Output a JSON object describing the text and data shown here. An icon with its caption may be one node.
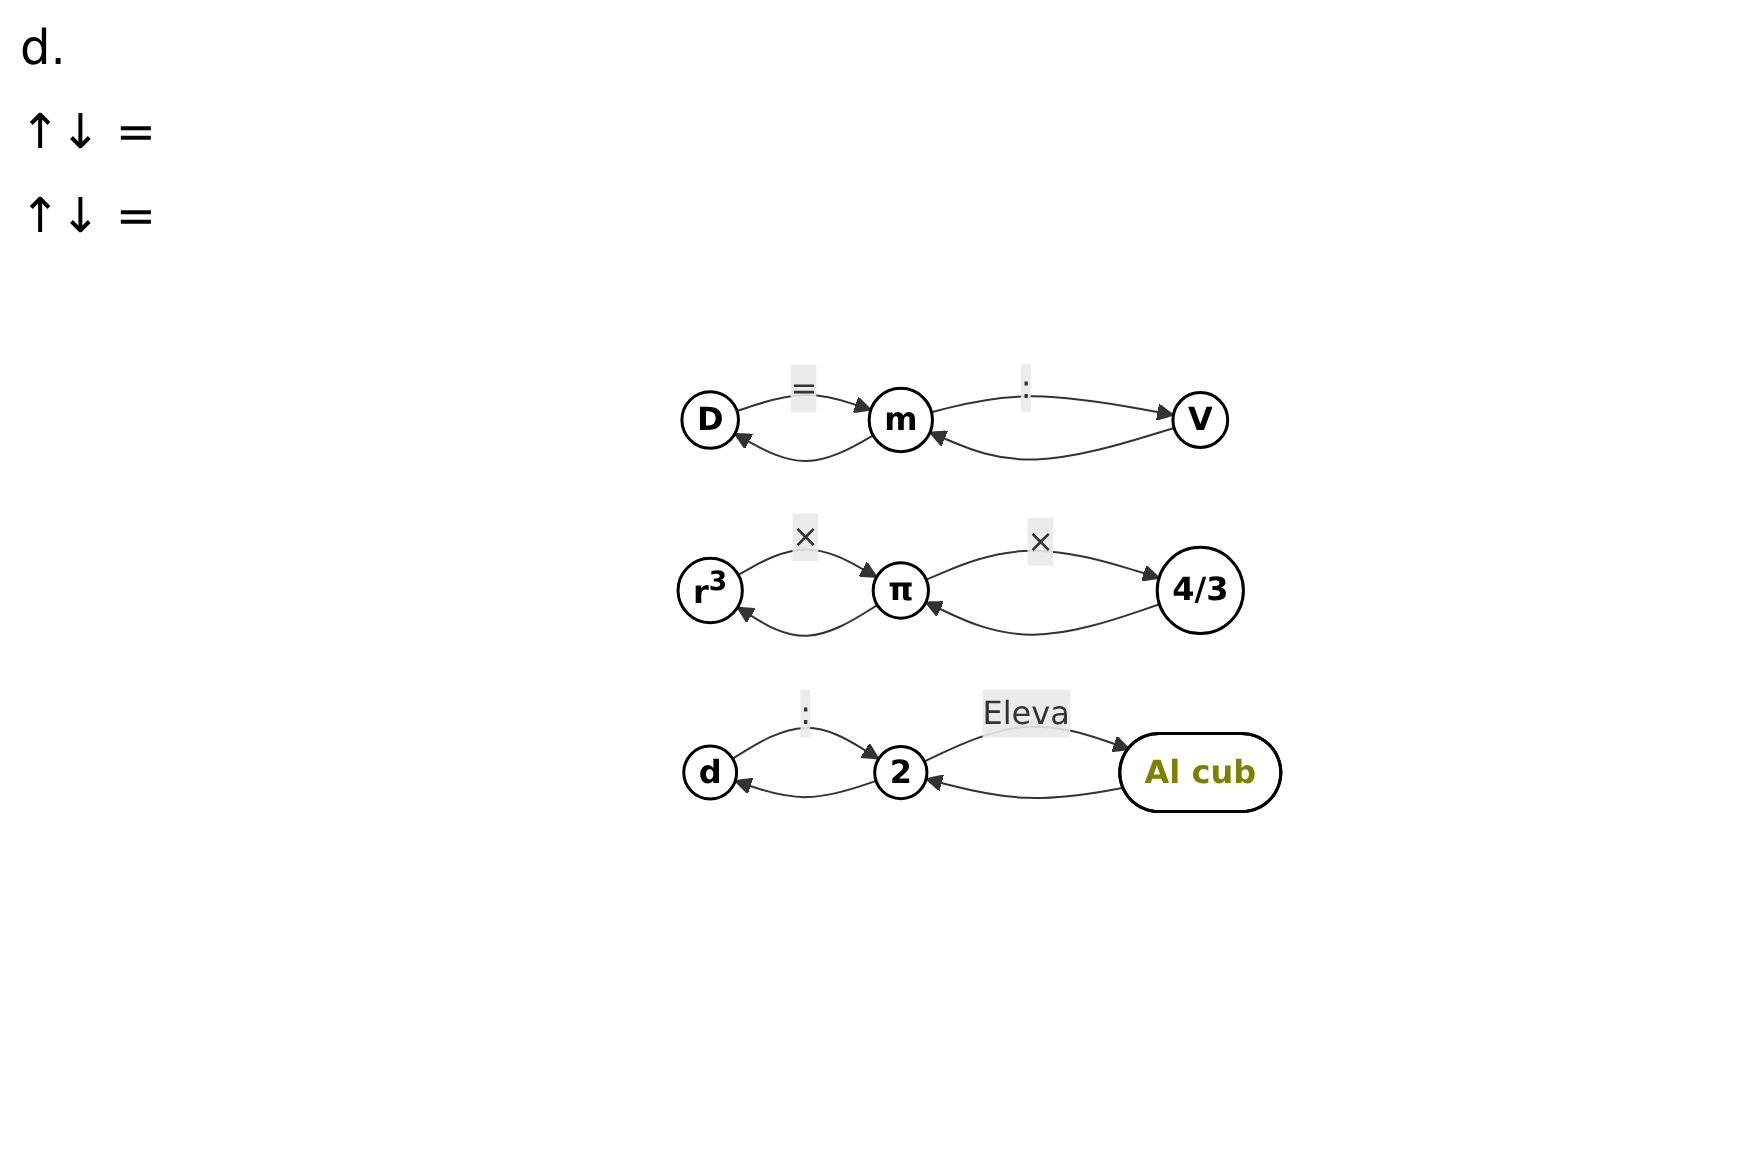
{
  "diagram": {
    "nodes": [
      {
        "text": [
          "D"
        ]
      },
      {
        "text": [
          "m"
        ]
      },
      {
        "text": [
          "V"
        ]
      },
      {
        "text": [
          "r$^{3}$"
        ]
      },
      {
        "text": [
          "π"
        ]
      },
      {
        "text": [
          "4/3"
        ]
      },
      {
        "text": [
          "d"
        ]
      },
      {
        "text": [
          "2"
        ]
      },
      {
        "text": [
          "Al cub"
        ]
      }
    ],
    "edges": [
      {
        "from": 0,
        "to": 1,
        "arrow": "to",
        "label": "="
      },
      {
        "from": 1,
        "to": 0,
        "arrow": "to"
      },
      {
        "from": 1,
        "to": 2,
        "arrow": "to",
        "label": ":"
      },
      {
        "from": 2,
        "to": 1,
        "arrow": "to"
      },
      {
        "from": 3,
        "to": 4,
        "arrow": "to",
        "label": "×"
      },
      {
        "from": 4,
        "to": 3,
        "arrow": "to"
      },
      {
        "from": 4,
        "to": 5,
        "arrow": "to",
        "label": "×"
      },
      {
        "from": 5,
        "to": 4,
        "arrow": "to"
      },
      {
        "from": 6,
        "to": 7,
        "arrow": "to",
        "label": ":"
      },
      {
        "from": 7,
        "to": 6,
        "arrow": "to"
      },
      {
        "from": 7,
        "to": 8,
        "arrow": "to",
        "label": "Eleva"
      },
      {
        "from": 8,
        "to": 7,
        "arrow": "to"
      }
    ],
    "labels": [
      "d.",
      "↑↓ =",
      "↑↓ ="
    ]
  }
}
